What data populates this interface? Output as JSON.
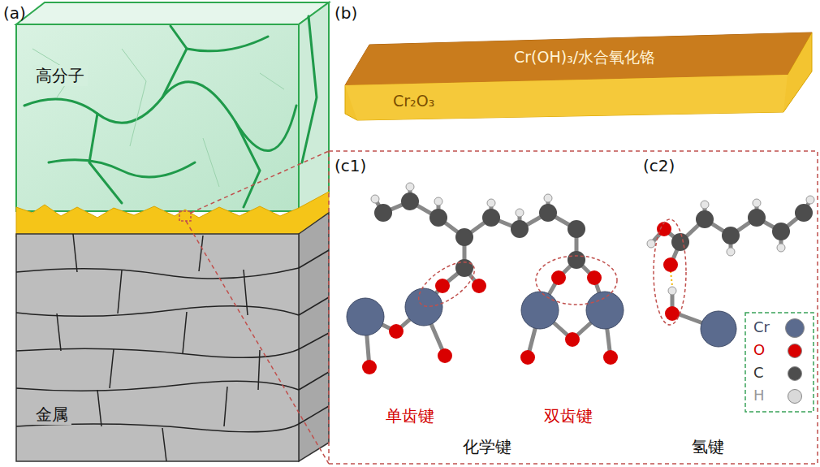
{
  "diagram": {
    "nodes": [
      {
        "text": [
          "高分子"
        ]
      },
      {
        "text": [
          "金属"
        ]
      },
      {
        "text": [
          "Cr(OH)₃/水合氧化铬"
        ]
      },
      {
        "text": [
          "Cr₂O₃"
        ]
      }
    ],
    "edges": [],
    "labels": [
      "(a)",
      "(b)",
      "(c1)",
      "(c2)",
      "单齿键",
      "双齿键",
      "化学键",
      "氢键"
    ],
    "legend": [
      {
        "text": "Cr",
        "color": "#5b6b8e"
      },
      {
        "text": "O",
        "color": "#d90000"
      },
      {
        "text": "C",
        "color": "#4d4d4d"
      },
      {
        "text": "H",
        "color": "#d9d9d9"
      }
    ]
  }
}
